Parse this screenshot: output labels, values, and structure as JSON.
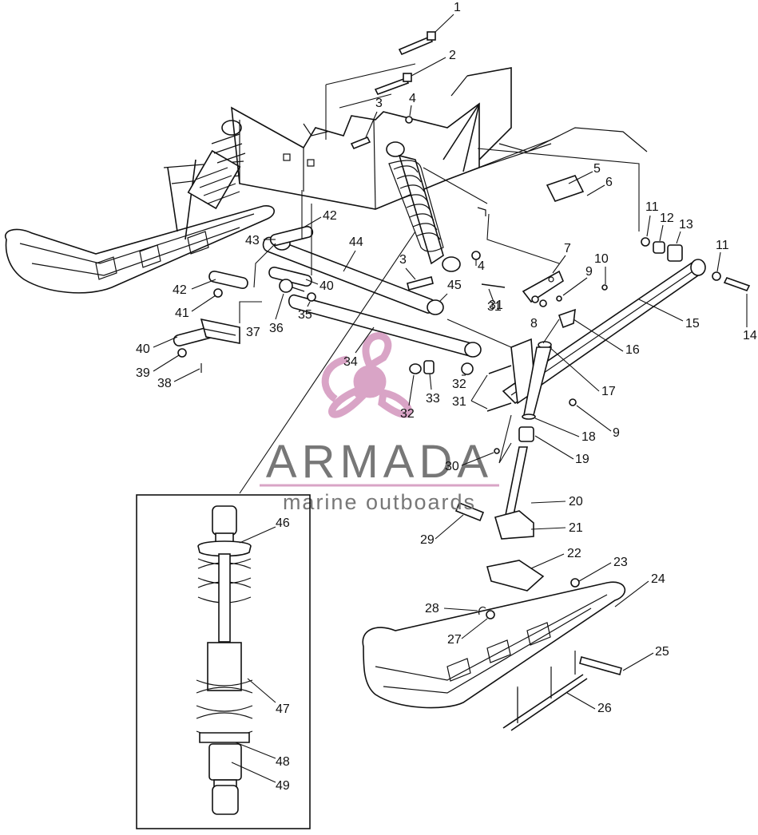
{
  "watermark": {
    "brand": "ARMADA",
    "tagline": "marine outboards",
    "brand_color": "#777777",
    "accent_color": "#d9a4c6",
    "icon": "propeller-logo"
  },
  "callouts": [
    "1",
    "2",
    "3",
    "4",
    "5",
    "6",
    "7",
    "8",
    "9",
    "10",
    "11",
    "12",
    "13",
    "14",
    "15",
    "16",
    "17",
    "18",
    "19",
    "20",
    "21",
    "22",
    "23",
    "24",
    "25",
    "26",
    "27",
    "28",
    "29",
    "30",
    "31",
    "32",
    "33",
    "34",
    "35",
    "36",
    "37",
    "38",
    "39",
    "40",
    "41",
    "42",
    "43",
    "44",
    "45",
    "46",
    "47",
    "48",
    "49"
  ],
  "inset": {
    "title": "shock-absorber-detail"
  }
}
